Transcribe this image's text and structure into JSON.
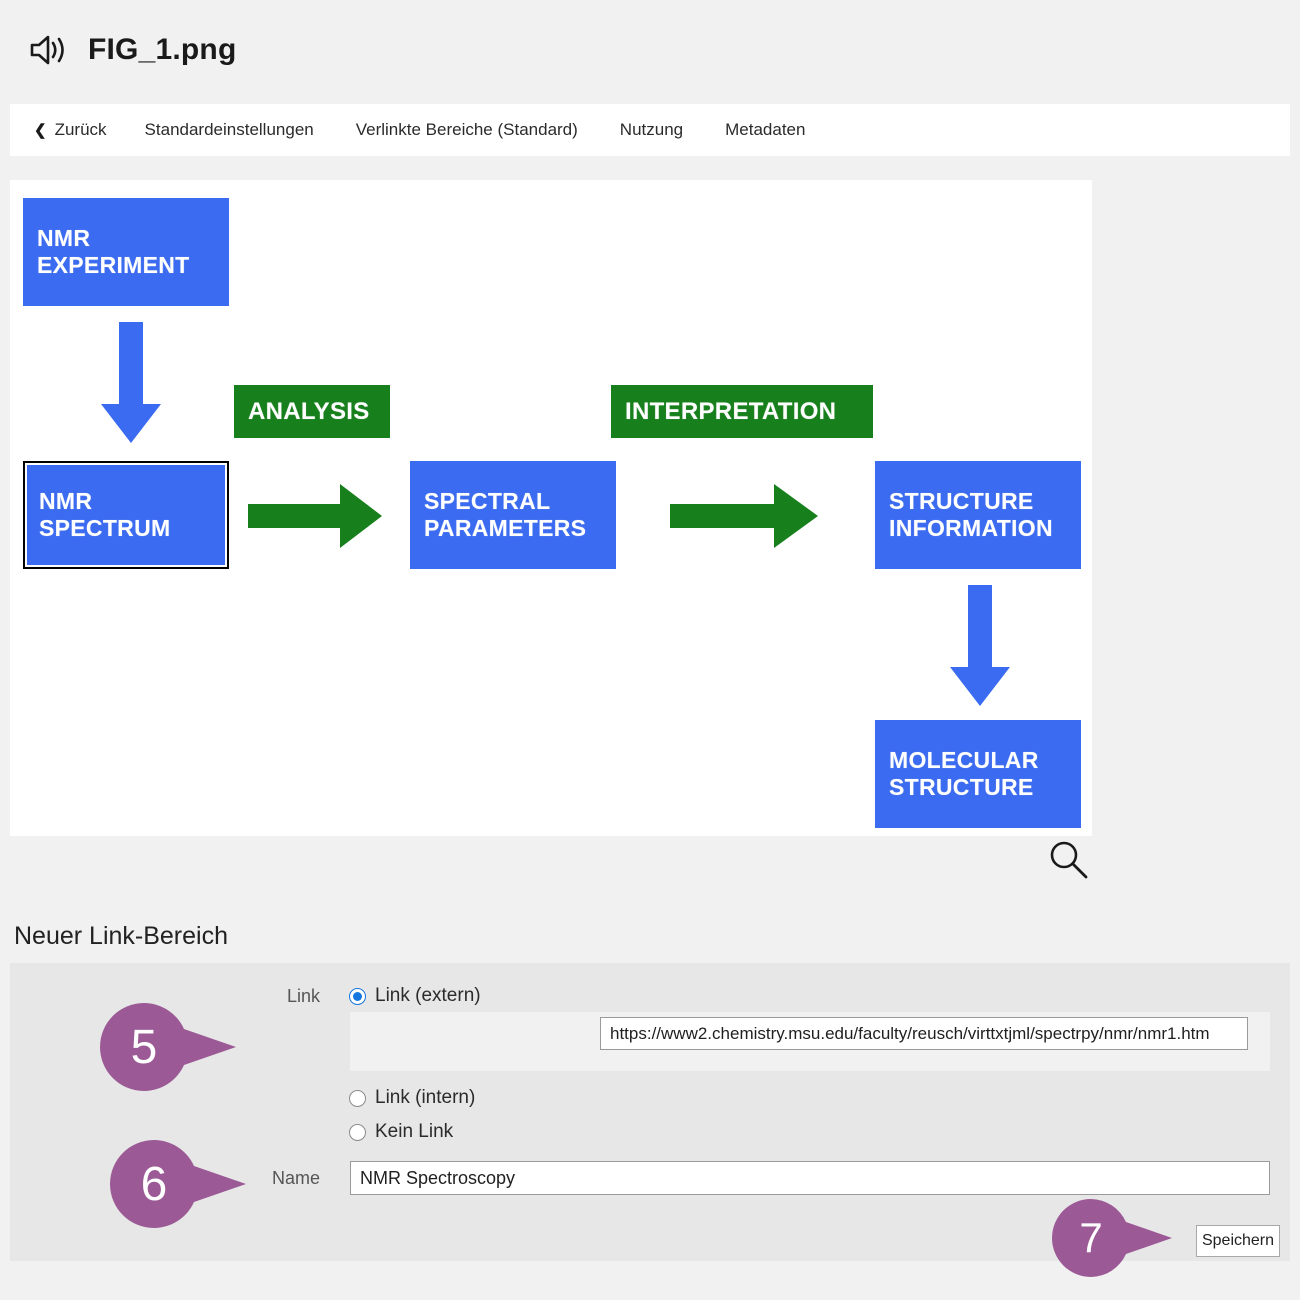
{
  "header": {
    "icon": "speaker-icon",
    "title": "FIG_1.png"
  },
  "nav": {
    "back_label": "Zurück",
    "back_icon": "chevron-left-icon",
    "items": [
      {
        "label": "Standardeinstellungen"
      },
      {
        "label": "Verlinkte Bereiche (Standard)"
      },
      {
        "label": "Nutzung"
      },
      {
        "label": "Metadaten"
      }
    ]
  },
  "image_panel": {
    "zoom_icon": "magnifier-icon",
    "diagram": {
      "title": "NMR workflow flowchart",
      "colors": {
        "box_blue": "#3b6bf0",
        "box_green": "#17801c",
        "arrow_blue": "#3b6bf0",
        "arrow_green": "#17801c",
        "text": "#ffffff",
        "selection_border": "#000000"
      },
      "nodes": [
        {
          "id": "nmr-experiment",
          "lines": [
            "NMR",
            "EXPERIMENT"
          ],
          "color": "blue",
          "selected": false
        },
        {
          "id": "nmr-spectrum",
          "lines": [
            "NMR",
            "SPECTRUM"
          ],
          "color": "blue",
          "selected": true
        },
        {
          "id": "analysis",
          "lines": [
            "ANALYSIS"
          ],
          "color": "green",
          "selected": false
        },
        {
          "id": "spectral-parameters",
          "lines": [
            "SPECTRAL",
            "PARAMETERS"
          ],
          "color": "blue",
          "selected": false
        },
        {
          "id": "interpretation",
          "lines": [
            "INTERPRETATION"
          ],
          "color": "green",
          "selected": false
        },
        {
          "id": "structure-information",
          "lines": [
            "STRUCTURE",
            "INFORMATION"
          ],
          "color": "blue",
          "selected": false
        },
        {
          "id": "molecular-structure",
          "lines": [
            "MOLECULAR",
            "STRUCTURE"
          ],
          "color": "blue",
          "selected": false
        }
      ],
      "arrows": [
        {
          "id": "arrow-experiment-to-spectrum",
          "direction": "down",
          "color": "blue"
        },
        {
          "id": "arrow-spectrum-to-parameters",
          "direction": "right",
          "color": "green"
        },
        {
          "id": "arrow-parameters-to-structure-info",
          "direction": "right",
          "color": "green"
        },
        {
          "id": "arrow-structure-info-to-molecular",
          "direction": "down",
          "color": "blue"
        }
      ]
    }
  },
  "form": {
    "heading": "Neuer Link-Bereich",
    "link_label": "Link",
    "name_label": "Name",
    "radios": [
      {
        "id": "link-extern",
        "label": "Link (extern)",
        "checked": true
      },
      {
        "id": "link-intern",
        "label": "Link (intern)",
        "checked": false
      },
      {
        "id": "kein-link",
        "label": "Kein Link",
        "checked": false
      }
    ],
    "url_value": "https://www2.chemistry.msu.edu/faculty/reusch/virttxtjml/spectrpy/nmr/nmr1.htm",
    "url_placeholder": "",
    "name_value": "NMR Spectroscopy",
    "name_placeholder": "",
    "save_label": "Speichern"
  },
  "markers": {
    "color": "#9b5a96",
    "items": [
      {
        "id": "marker-5",
        "number": "5"
      },
      {
        "id": "marker-6",
        "number": "6"
      },
      {
        "id": "marker-7",
        "number": "7"
      }
    ]
  }
}
